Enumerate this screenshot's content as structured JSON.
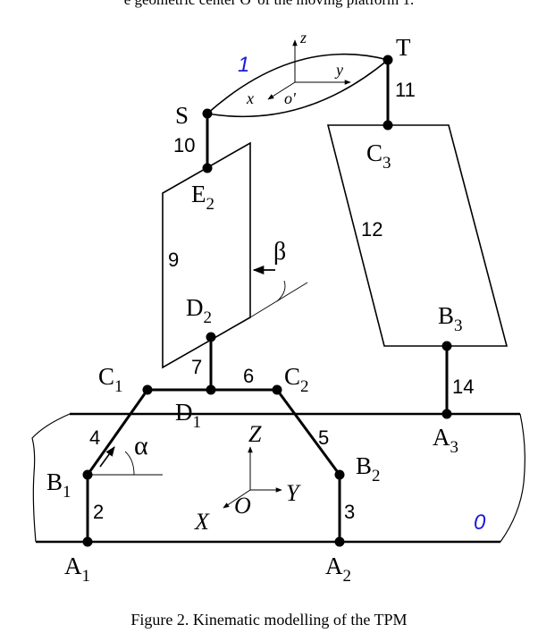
{
  "top_text": "e geometric center O' of the moving platform 1.",
  "caption": "Figure 2. Kinematic modelling of the TPM",
  "colors": {
    "ink": "#000000",
    "accent": "#1a1adc"
  },
  "platform": {
    "number": "1",
    "axis_z": "z",
    "axis_x": "x",
    "axis_y": "y",
    "origin": "o'"
  },
  "base": {
    "number": "0",
    "axis_z": "Z",
    "axis_x": "X",
    "axis_y": "Y",
    "origin": "O"
  },
  "points": {
    "S": "S",
    "T": "T",
    "C3_main": "C",
    "C3_sub": "3",
    "E2_main": "E",
    "E2_sub": "2",
    "D2_main": "D",
    "D2_sub": "2",
    "B3_main": "B",
    "B3_sub": "3",
    "C1_main": "C",
    "C1_sub": "1",
    "C2_main": "C",
    "C2_sub": "2",
    "D1_main": "D",
    "D1_sub": "1",
    "A3_main": "A",
    "A3_sub": "3",
    "B1_main": "B",
    "B1_sub": "1",
    "B2_main": "B",
    "B2_sub": "2",
    "A1_main": "A",
    "A1_sub": "1",
    "A2_main": "A",
    "A2_sub": "2"
  },
  "links": [
    "2",
    "3",
    "4",
    "5",
    "6",
    "7",
    "9",
    "10",
    "11",
    "12",
    "14"
  ],
  "angles": {
    "alpha": "α",
    "beta": "β"
  }
}
